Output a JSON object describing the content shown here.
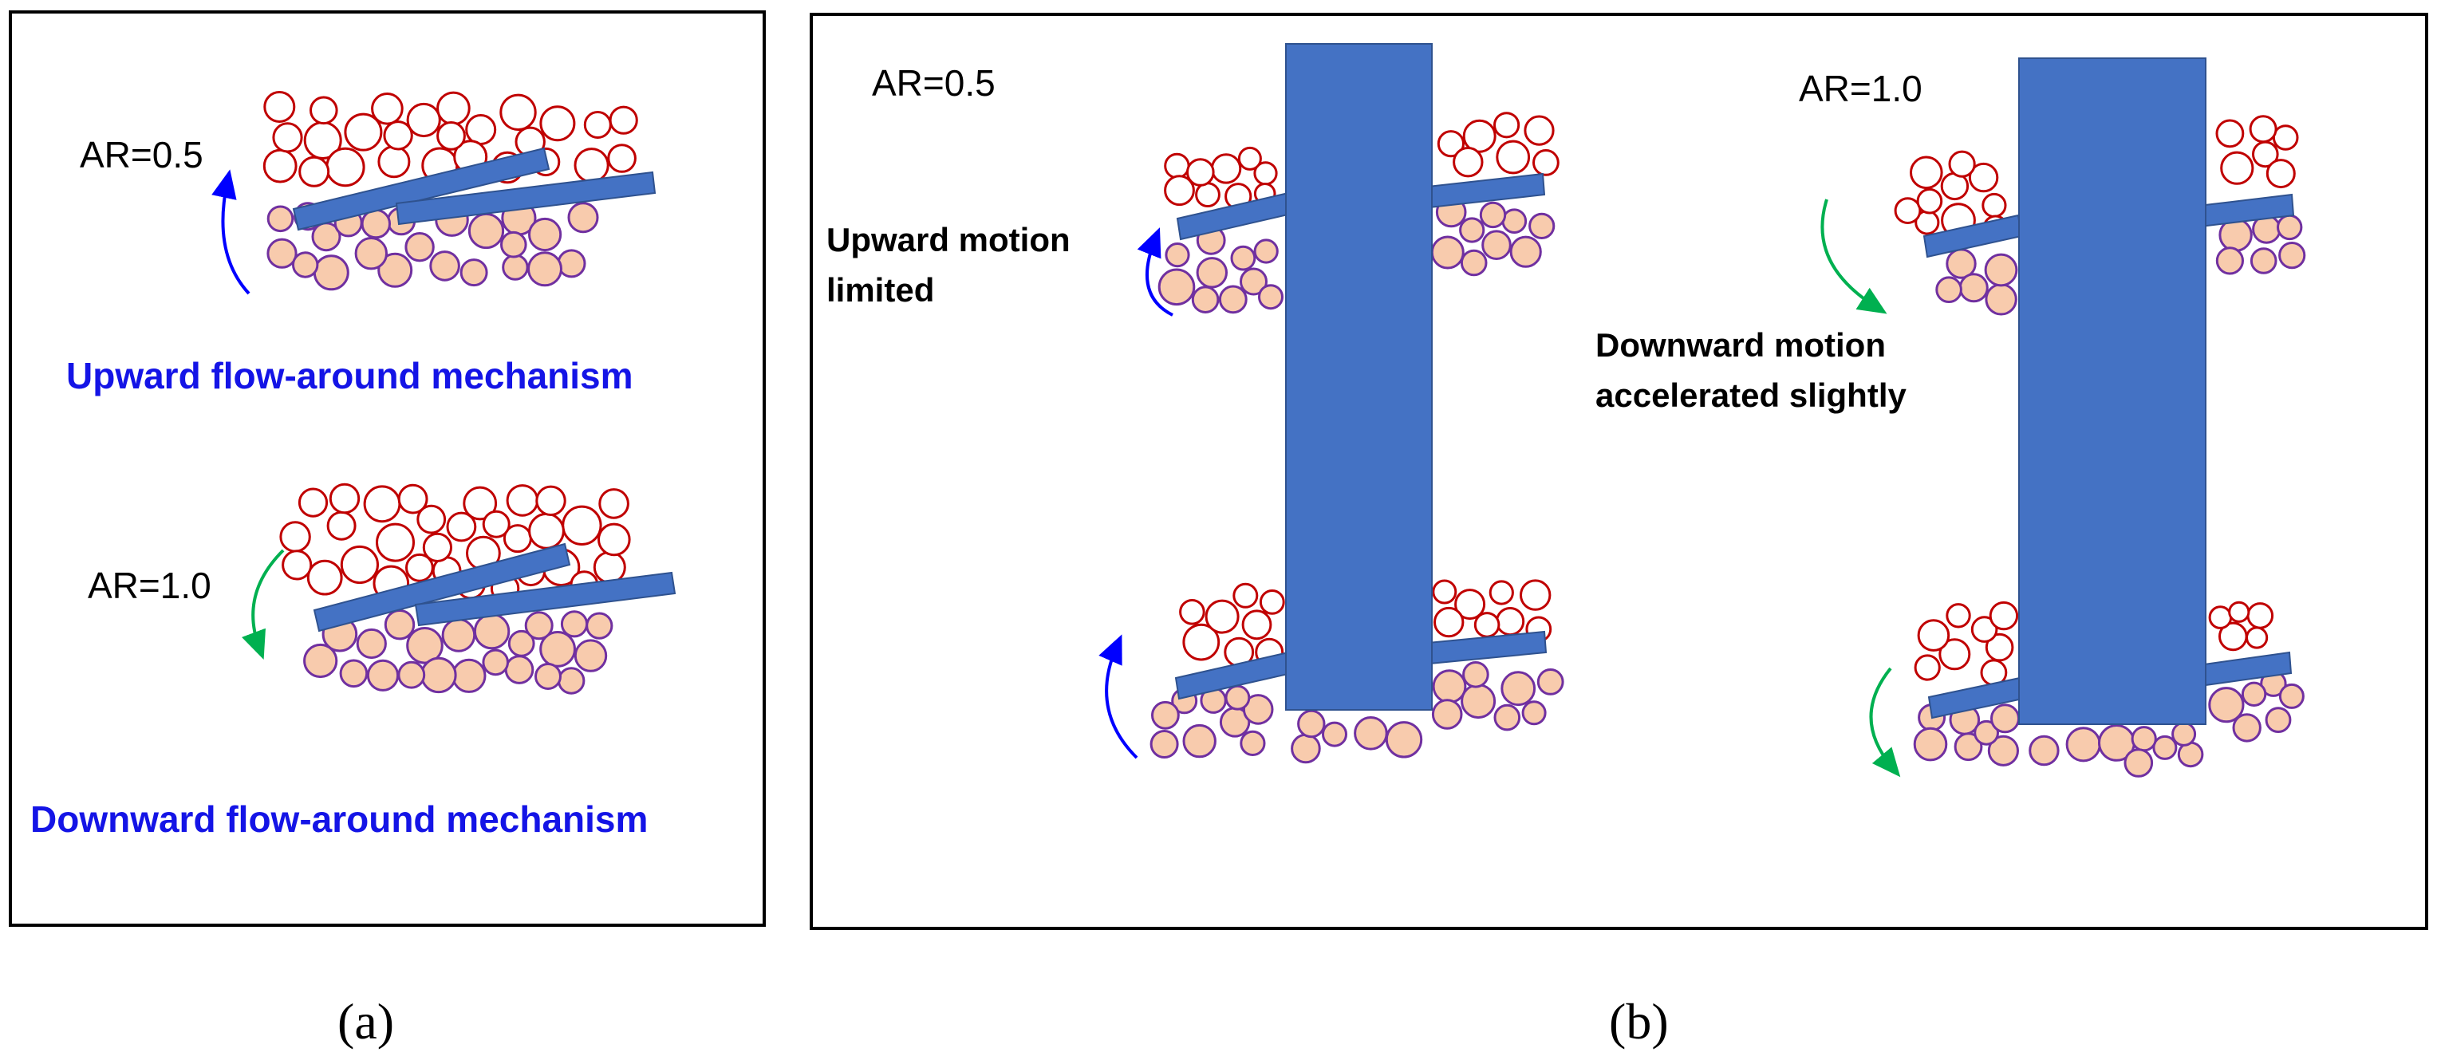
{
  "panel_a": {
    "ar_top": "AR=0.5",
    "ar_bottom": "AR=1.0",
    "mechanism_upward": "Upward flow-around mechanism",
    "mechanism_downward": "Downward flow-around mechanism",
    "caption": "(a)"
  },
  "panel_b": {
    "ar_left": "AR=0.5",
    "ar_right": "AR=1.0",
    "note_left_line1": "Upward motion",
    "note_left_line2": "limited",
    "note_right_line1": "Downward motion",
    "note_right_line2": "accelerated slightly",
    "caption": "(b)"
  },
  "colors": {
    "pile": "#4472c4",
    "pile_edge": "#2f528f",
    "upper_particle_stroke": "#c00000",
    "lower_particle_fill": "#f8cbad",
    "lower_particle_stroke": "#7030a0",
    "arrow_up": "#0000ff",
    "arrow_down": "#00b050",
    "mechanism_text": "#1414e6"
  }
}
